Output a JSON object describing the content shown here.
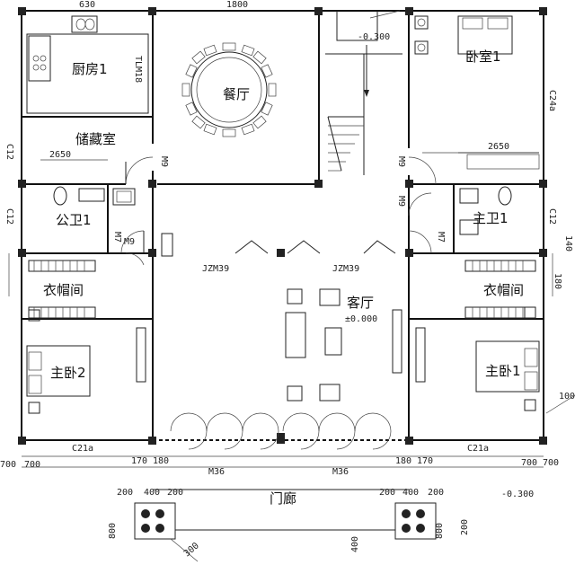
{
  "rooms": {
    "kitchen": "厨房1",
    "dining": "餐厅",
    "storage": "储藏室",
    "bedroom1": "卧室1",
    "public_wc": "公卫1",
    "master_wc": "主卫1",
    "closet_left": "衣帽间",
    "closet_right": "衣帽间",
    "living": "客厅",
    "master2": "主卧2",
    "master1": "主卧1",
    "porch": "门廊"
  },
  "codes": {
    "tlm18": "TLM18",
    "m9_storage": "M9",
    "m9_wc": "M9",
    "m9_bed": "M9",
    "m9_right": "M9",
    "m7_left": "M7",
    "m7_right": "M7",
    "jzm39_left": "JZM39",
    "jzm39_right": "JZM39",
    "m36_left": "M36",
    "m36_right": "M36",
    "c21a_left": "C21a",
    "c21a_right": "C21a",
    "c12_left_a": "C12",
    "c12_left_b": "C12",
    "c12_right": "C12",
    "c24a": "C24a"
  },
  "dims": {
    "d2650_left": "2650",
    "d2650_right": "2650",
    "elev_stair": "-0.300",
    "elev_living": "±0.000",
    "elev_porch": "-0.300",
    "d700_a": "700",
    "d700_b": "700",
    "d700_c": "700",
    "d700_d": "700",
    "d170_a": "170",
    "d170_b": "170",
    "d180_a": "180",
    "d180_b": "180",
    "d100": "100",
    "d140": "140",
    "d180_side": "180",
    "d200_a": "200",
    "d400_a": "400",
    "d200_b": "200",
    "d200_c": "200",
    "d400_b": "400",
    "d200_d": "200",
    "d800_a": "800",
    "d400_c": "400",
    "d800_b": "800",
    "d200_e": "200",
    "d300": "300",
    "d1800": "1800",
    "d630": "630"
  }
}
